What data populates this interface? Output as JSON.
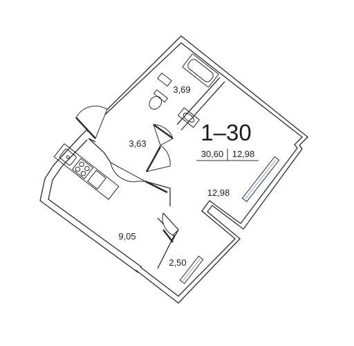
{
  "unit": {
    "number": "1–30",
    "total_area": "30,60",
    "living_area": "12,98"
  },
  "rooms": [
    {
      "id": "bathroom",
      "area": "3,69"
    },
    {
      "id": "hallway",
      "area": "3,63"
    },
    {
      "id": "living-room",
      "area": "12,98"
    },
    {
      "id": "kitchen",
      "area": "9,05"
    },
    {
      "id": "balcony",
      "area": "2,50"
    }
  ],
  "colors": {
    "wall": "#2a2a2a",
    "glass": "#9ab6d8",
    "text": "#1b1b1b"
  }
}
